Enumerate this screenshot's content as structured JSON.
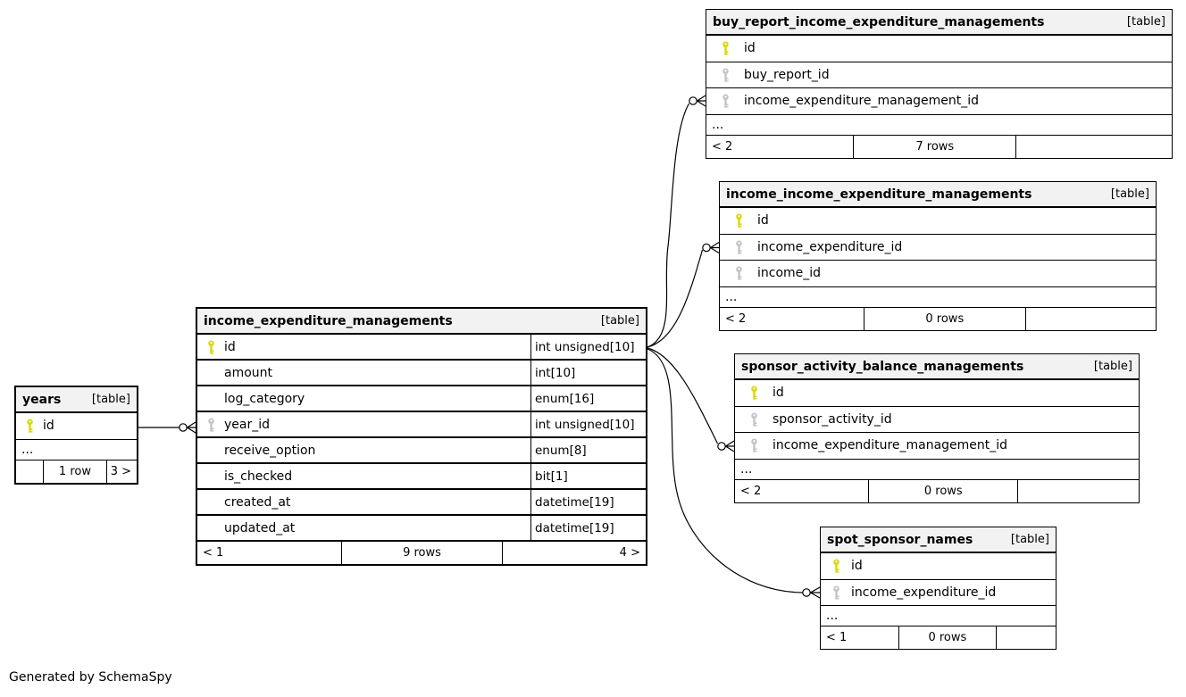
{
  "footer_note": "Generated by SchemaSpy",
  "colors": {
    "pk_icon": "#d9d900",
    "fk_icon": "#c4c4c4",
    "header_bg": "#f2f2f2",
    "line": "#000000"
  },
  "icons": {
    "pk": "primary-key-icon",
    "fk": "foreign-key-icon"
  },
  "tables": [
    {
      "id": "years",
      "title": "years",
      "badge": "[table]",
      "columns": [
        {
          "name": "id",
          "key": "pk",
          "type": null
        }
      ],
      "truncated": "...",
      "footer": {
        "left": "",
        "center": "1 row",
        "right": "3 >"
      }
    },
    {
      "id": "income_expenditure_managements",
      "title": "income_expenditure_managements",
      "badge": "[table]",
      "columns": [
        {
          "name": "id",
          "key": "pk",
          "type": "int unsigned[10]"
        },
        {
          "name": "amount",
          "key": null,
          "type": "int[10]"
        },
        {
          "name": "log_category",
          "key": null,
          "type": "enum[16]"
        },
        {
          "name": "year_id",
          "key": "fk",
          "type": "int unsigned[10]"
        },
        {
          "name": "receive_option",
          "key": null,
          "type": "enum[8]"
        },
        {
          "name": "is_checked",
          "key": null,
          "type": "bit[1]"
        },
        {
          "name": "created_at",
          "key": null,
          "type": "datetime[19]"
        },
        {
          "name": "updated_at",
          "key": null,
          "type": "datetime[19]"
        }
      ],
      "truncated": null,
      "footer": {
        "left": "< 1",
        "center": "9 rows",
        "right": "4 >"
      }
    },
    {
      "id": "buy_report_income_expenditure_managements",
      "title": "buy_report_income_expenditure_managements",
      "badge": "[table]",
      "columns": [
        {
          "name": "id",
          "key": "pk",
          "type": null
        },
        {
          "name": "buy_report_id",
          "key": "fk",
          "type": null
        },
        {
          "name": "income_expenditure_management_id",
          "key": "fk",
          "type": null
        }
      ],
      "truncated": "...",
      "footer": {
        "left": "< 2",
        "center": "7 rows",
        "right": ""
      }
    },
    {
      "id": "income_income_expenditure_managements",
      "title": "income_income_expenditure_managements",
      "badge": "[table]",
      "columns": [
        {
          "name": "id",
          "key": "pk",
          "type": null
        },
        {
          "name": "income_expenditure_id",
          "key": "fk",
          "type": null
        },
        {
          "name": "income_id",
          "key": "fk",
          "type": null
        }
      ],
      "truncated": "...",
      "footer": {
        "left": "< 2",
        "center": "0 rows",
        "right": ""
      }
    },
    {
      "id": "sponsor_activity_balance_managements",
      "title": "sponsor_activity_balance_managements",
      "badge": "[table]",
      "columns": [
        {
          "name": "id",
          "key": "pk",
          "type": null
        },
        {
          "name": "sponsor_activity_id",
          "key": "fk",
          "type": null
        },
        {
          "name": "income_expenditure_management_id",
          "key": "fk",
          "type": null
        }
      ],
      "truncated": "...",
      "footer": {
        "left": "< 2",
        "center": "0 rows",
        "right": ""
      }
    },
    {
      "id": "spot_sponsor_names",
      "title": "spot_sponsor_names",
      "badge": "[table]",
      "columns": [
        {
          "name": "id",
          "key": "pk",
          "type": null
        },
        {
          "name": "income_expenditure_id",
          "key": "fk",
          "type": null
        }
      ],
      "truncated": "...",
      "footer": {
        "left": "< 1",
        "center": "0 rows",
        "right": ""
      }
    }
  ],
  "relationships": [
    {
      "parent": "years.id",
      "child": "income_expenditure_managements.year_id",
      "marker": "zero-or-many"
    },
    {
      "parent": "income_expenditure_managements.id",
      "child": "buy_report_income_expenditure_managements.income_expenditure_management_id",
      "marker": "zero-or-many"
    },
    {
      "parent": "income_expenditure_managements.id",
      "child": "income_income_expenditure_managements.income_expenditure_id",
      "marker": "zero-or-many"
    },
    {
      "parent": "income_expenditure_managements.id",
      "child": "sponsor_activity_balance_managements.income_expenditure_management_id",
      "marker": "zero-or-many"
    },
    {
      "parent": "income_expenditure_managements.id",
      "child": "spot_sponsor_names.income_expenditure_id",
      "marker": "zero-or-many"
    }
  ]
}
